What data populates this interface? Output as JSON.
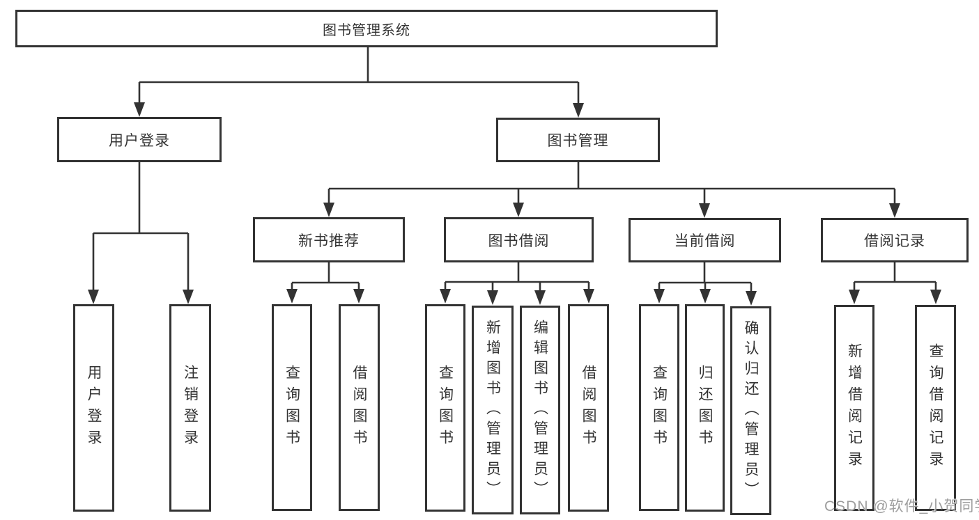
{
  "diagram": {
    "root": {
      "label": "图书管理系统"
    },
    "level2": [
      {
        "label": "用户登录"
      },
      {
        "label": "图书管理"
      }
    ],
    "level3": [
      {
        "label": "新书推荐"
      },
      {
        "label": "图书借阅"
      },
      {
        "label": "当前借阅"
      },
      {
        "label": "借阅记录"
      }
    ],
    "leaves": {
      "user_login": [
        {
          "label": "用户登录"
        },
        {
          "label": "注销登录"
        }
      ],
      "new_book": [
        {
          "label": "查询图书"
        },
        {
          "label": "借阅图书"
        }
      ],
      "book_borrow": [
        {
          "label": "查询图书"
        },
        {
          "label": "新增图书（管理员）"
        },
        {
          "label": "编辑图书（管理员）"
        },
        {
          "label": "借阅图书"
        }
      ],
      "current_borrow": [
        {
          "label": "查询图书"
        },
        {
          "label": "归还图书"
        },
        {
          "label": "确认归还（管理员）"
        }
      ],
      "borrow_record": [
        {
          "label": "新增借阅记录"
        },
        {
          "label": "查询借阅记录"
        }
      ]
    }
  },
  "watermark": {
    "text": "CSDN @软件_小贺同学"
  },
  "colors": {
    "line": "#333333",
    "box_border": "#333333",
    "text": "#333333",
    "background": "#ffffff",
    "watermark": "#9d9d9d"
  }
}
